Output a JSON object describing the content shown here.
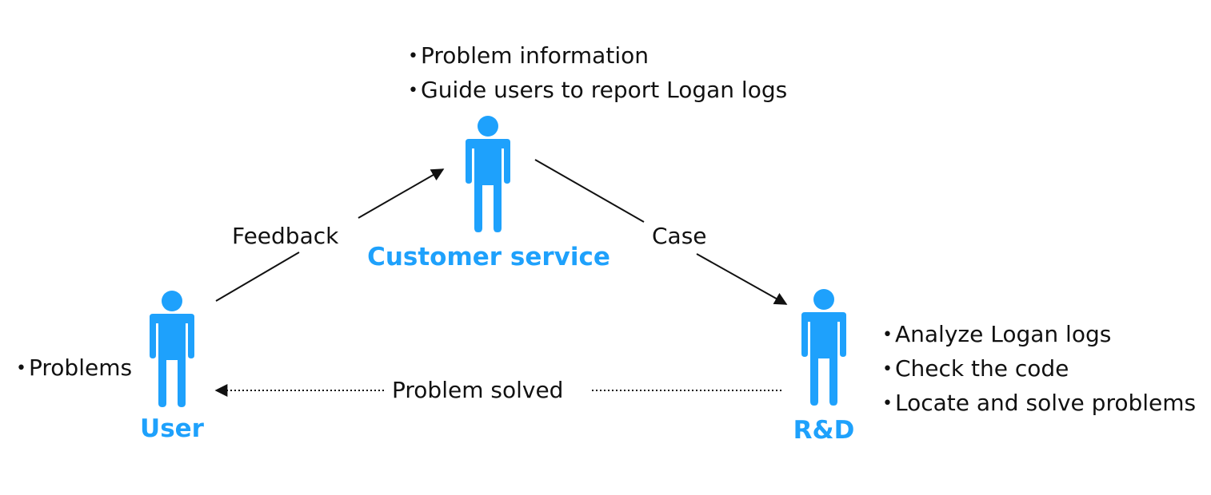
{
  "colors": {
    "accent": "#1ea1fc",
    "line": "#111111"
  },
  "actors": {
    "customer_service": {
      "name": "Customer service",
      "notes": [
        "Problem information",
        "Guide users to report Logan logs"
      ]
    },
    "user": {
      "name": "User",
      "notes": [
        "Problems"
      ]
    },
    "rnd": {
      "name": "R&D",
      "notes": [
        "Analyze Logan logs",
        "Check the code",
        "Locate and solve problems"
      ]
    }
  },
  "edges": {
    "feedback": "Feedback",
    "case": "Case",
    "problem_solved": "Problem solved"
  },
  "bullet_glyph": "•"
}
